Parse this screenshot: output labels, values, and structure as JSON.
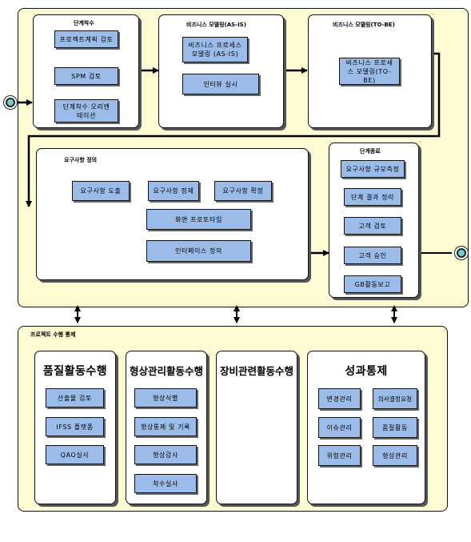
{
  "phase_preparation": {
    "title": "단계착수",
    "items": [
      "프로젝트계획 검토",
      "SPM 검토",
      "단계착수 오리엔테이션"
    ]
  },
  "phase_asis": {
    "title": "비즈니스 모델링(AS-IS)",
    "items": [
      "비즈니스 프로세스 모델링 (AS-IS)",
      "인터뷰 실시"
    ]
  },
  "phase_tobe": {
    "title": "비즈니스 모델링(TO-BE)",
    "items": [
      "비즈니스 프로세스 모델링(TO-BE)"
    ]
  },
  "phase_requirements": {
    "title": "요구사항 정의",
    "items": [
      "요구사항 도출",
      "요구사항 정제",
      "요구사항 확정",
      "화면 프로토타입",
      "인터페이스 정의"
    ]
  },
  "phase_closing": {
    "title": "단계종료",
    "items": [
      "요구사항 규모측정",
      "단계 결과 정리",
      "고객 검토",
      "고객 승인",
      "GB활동보고"
    ]
  },
  "control": {
    "title": "프로젝트 수행 통제",
    "quality": {
      "title": "품질활동수행",
      "items": [
        "산출물 검토",
        "IFSS 플랫폼",
        "QAO실사"
      ]
    },
    "config": {
      "title": "형상관리활동수행",
      "items": [
        "형상식별",
        "형상통제 및 기록",
        "형상감사",
        "착수실사"
      ]
    },
    "equipment": {
      "title": "장비관련활동수행"
    },
    "performance": {
      "title": "성과통제",
      "items": [
        "변경관리",
        "의사결정요청",
        "이슈관리",
        "품질활동",
        "위험관리",
        "형상관리"
      ]
    }
  }
}
